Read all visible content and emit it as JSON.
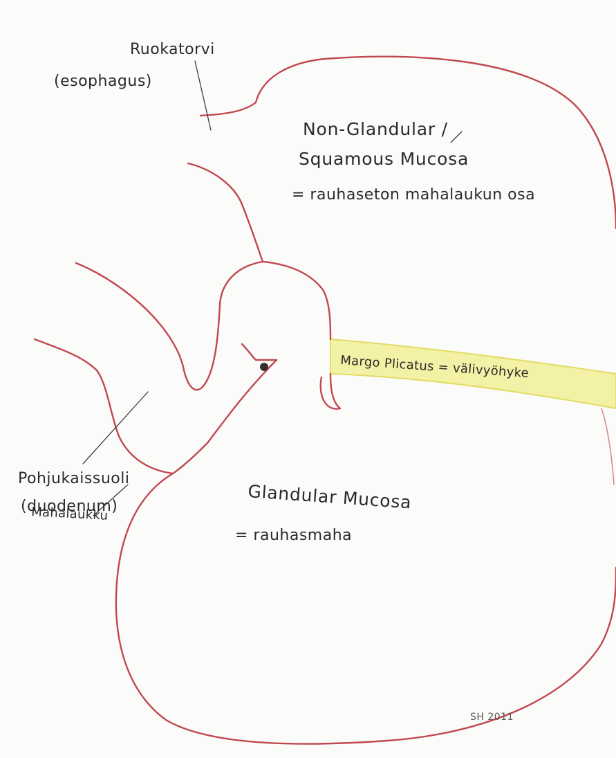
{
  "labels": {
    "esophagus_fi": "Ruokatorvi",
    "esophagus_en": "(esophagus)",
    "nonglandular_line1": "Non-Glandular /",
    "nonglandular_line2": "Squamous Mucosa",
    "nonglandular_fi": "= rauhaseton mahalaukun osa",
    "margo": "Margo Plicatus = välivyöhyke",
    "duodenum_fi": "Pohjukaissuoli",
    "duodenum_en": "(duodenum)",
    "glandular": "Glandular Mucosa",
    "glandular_fi": "= rauhasmaha",
    "stomach_fi": "Mahalaukku",
    "signature": "SH 2011"
  },
  "colors": {
    "outline": "#c0484f",
    "margo_fill": "#f3f1a6",
    "margo_edge": "#e2dc63",
    "paper": "#fbfbfa"
  }
}
